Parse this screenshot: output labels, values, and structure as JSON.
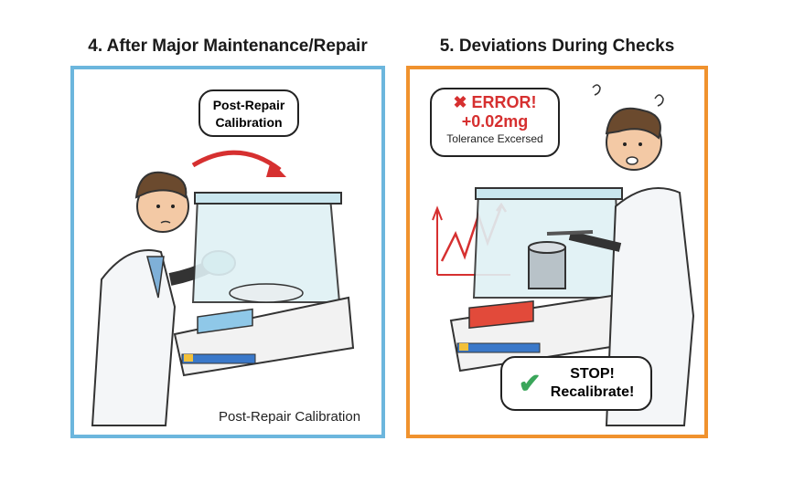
{
  "panels": [
    {
      "title": "4. After Major Maintenance/Repair",
      "border_color": "#6cb6dd",
      "bubble": {
        "line1": "Post-Repair",
        "line2": "Calibration"
      },
      "caption": "Post-Repair Calibration"
    },
    {
      "title": "5. Deviations During Checks",
      "border_color": "#f0922e",
      "error_bubble": {
        "icon": "x-mark-icon",
        "heading": "ERROR!",
        "value": "+0.02mg",
        "note": "Tolerance Excersed",
        "color": "#d63030"
      },
      "stop_bubble": {
        "icon": "check-mark-icon",
        "line1": "STOP!",
        "line2": "Recalibrate!",
        "color": "#3aa65a"
      }
    }
  ]
}
